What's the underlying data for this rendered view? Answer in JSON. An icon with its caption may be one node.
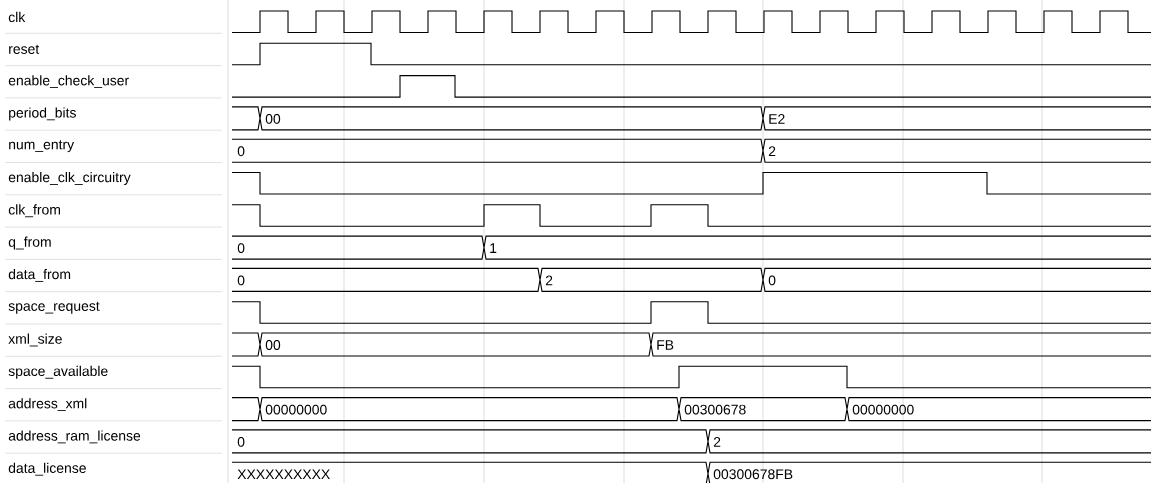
{
  "diagram": {
    "labels": [
      "clk",
      "reset",
      "enable_check_user",
      "period_bits",
      "00",
      "E2",
      "num_entry",
      "0",
      "2",
      "enable_clk_circuitry",
      "clk_from",
      "q_from",
      "0",
      "1",
      "data_from",
      "0",
      "2",
      "0",
      "space_request",
      "xml_size",
      "00",
      "FB",
      "space_available",
      "address_xml",
      "00000000",
      "00300678",
      "00000000",
      "address_ram_license",
      "0",
      "2",
      "data_license",
      "XXXXXXXXXX",
      "00300678FB"
    ]
  }
}
